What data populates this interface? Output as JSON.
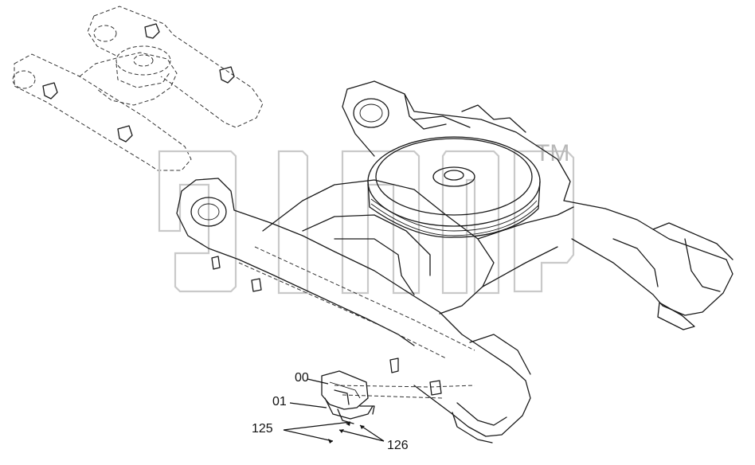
{
  "watermark": {
    "text": "TM"
  },
  "callouts": [
    {
      "id": "part-00",
      "text": "00"
    },
    {
      "id": "part-01",
      "text": "01"
    },
    {
      "id": "part-125",
      "text": "125"
    },
    {
      "id": "part-126",
      "text": "126"
    }
  ],
  "colors": {
    "line": "#1a1a1a",
    "watermark": "#c9c9c9",
    "background": "#ffffff"
  }
}
